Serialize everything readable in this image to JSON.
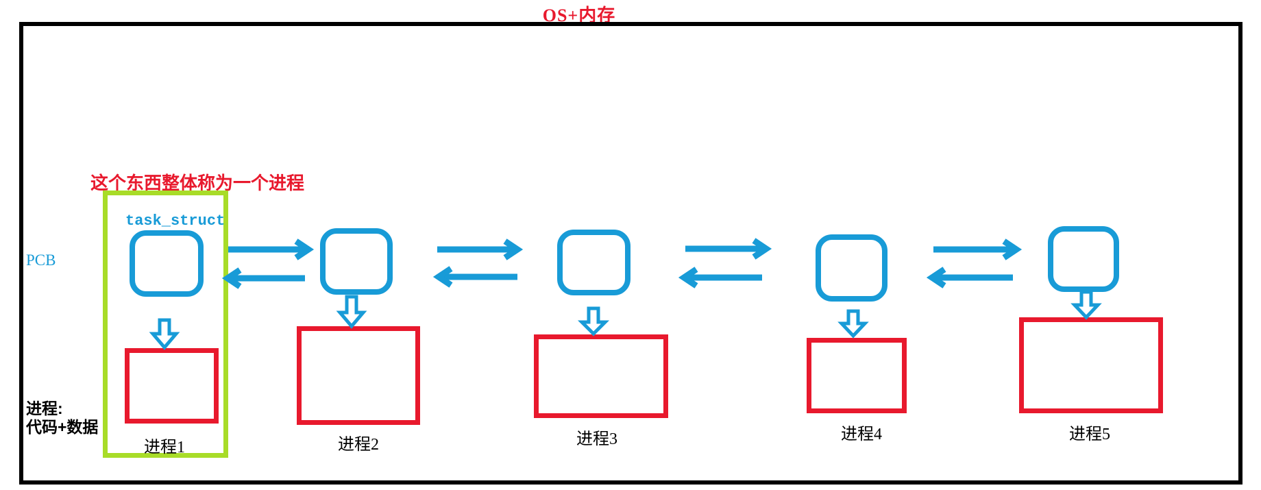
{
  "title": "OS+内存",
  "colors": {
    "blue": "#189bd7",
    "green": "#a8dc28",
    "red": "#e8192d",
    "black": "#000000"
  },
  "annotations": {
    "process_unit": "这个东西整体称为一个进程",
    "task_struct": "task_struct",
    "pcb": "PCB",
    "process_definition": [
      "进程:",
      "代码+数据"
    ]
  },
  "processes": [
    {
      "label": "进程1"
    },
    {
      "label": "进程2"
    },
    {
      "label": "进程3"
    },
    {
      "label": "进程4"
    },
    {
      "label": "进程5"
    }
  ]
}
